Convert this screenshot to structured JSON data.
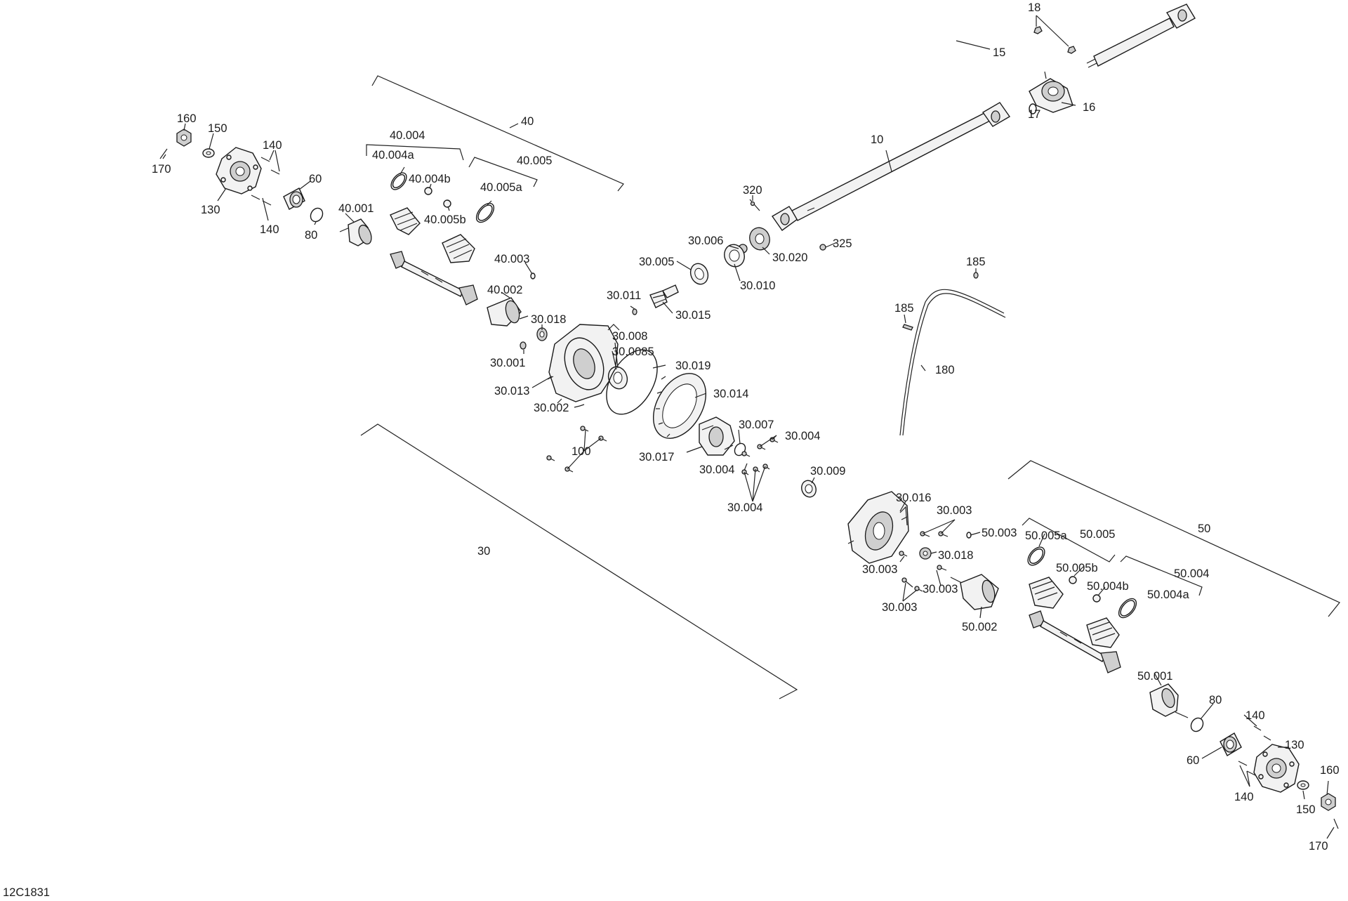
{
  "diagram_id": "12C1831",
  "labels": {
    "l160a": "160",
    "l150a": "150",
    "l140a": "140",
    "l170a": "170",
    "l130a": "130",
    "l60a": "60",
    "l140b": "140",
    "l80a": "80",
    "l40_001": "40.001",
    "l40_004": "40.004",
    "l40_004a": "40.004a",
    "l40_004b": "40.004b",
    "l40_005": "40.005",
    "l40_005a": "40.005a",
    "l40_005b": "40.005b",
    "l40": "40",
    "l40_003": "40.003",
    "l40_002": "40.002",
    "l30_018a": "30.018",
    "l30_001": "30.001",
    "l30_013": "30.013",
    "l30_002": "30.002",
    "l100": "100",
    "l30_011": "30.011",
    "l30_015": "30.015",
    "l30_005": "30.005",
    "l30_006": "30.006",
    "l30_010": "30.010",
    "l30_020": "30.020",
    "l30_008": "30.008",
    "l30_0085": "30.0085",
    "l30_019": "30.019",
    "l30_014": "30.014",
    "l30_007": "30.007",
    "l30_004a": "30.004",
    "l30_017": "30.017",
    "l30_004b": "30.004",
    "l30_004c": "30.004",
    "l30_009": "30.009",
    "l30": "30",
    "l320": "320",
    "l325": "325",
    "l10": "10",
    "l15": "15",
    "l16": "16",
    "l17": "17",
    "l18": "18",
    "l185a": "185",
    "l185b": "185",
    "l180": "180",
    "l30_016": "30.016",
    "l30_003a": "30.003",
    "l50_003": "50.003",
    "l30_018b": "30.018",
    "l30_003b": "30.003",
    "l30_003c": "30.003",
    "l30_003d": "30.003",
    "l50_002": "50.002",
    "l50_005a": "50.005a",
    "l50_005": "50.005",
    "l50": "50",
    "l50_005b": "50.005b",
    "l50_004": "50.004",
    "l50_004b": "50.004b",
    "l50_004a": "50.004a",
    "l50_001": "50.001",
    "l80b": "80",
    "l140c": "140",
    "l130b": "130",
    "l60b": "60",
    "l140d": "140",
    "l150b": "150",
    "l160b": "160",
    "l170b": "170"
  }
}
